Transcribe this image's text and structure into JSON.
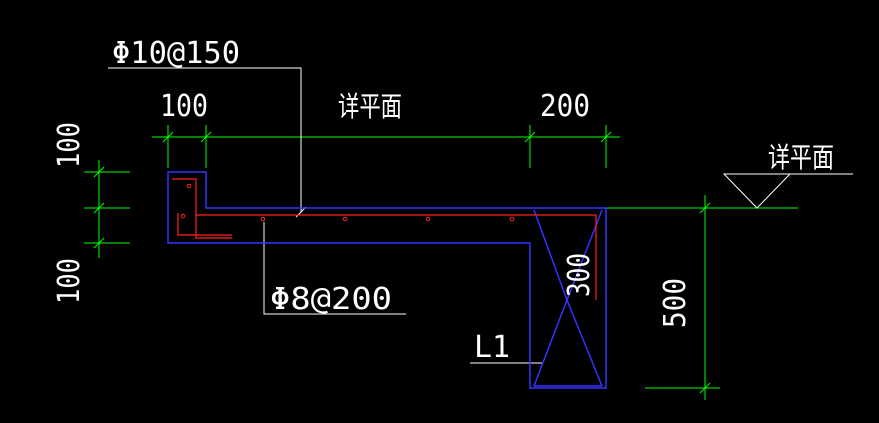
{
  "drawing": {
    "top_rebar_label": "Φ10@150",
    "bottom_rebar_label": "Φ8@200",
    "beam_label": "L1",
    "dim_left_width": "100",
    "dim_span_label": "详平面",
    "dim_right_width": "200",
    "dim_vertical_top": "100",
    "dim_vertical_bottom": "100",
    "dim_beam_depth": "300",
    "dim_total_height": "500",
    "elevation_label": "详平面"
  },
  "colors": {
    "background": "#000000",
    "dimension": "#00ff00",
    "outline": "#3333ff",
    "rebar": "#ff2020",
    "text": "#ffffff"
  }
}
